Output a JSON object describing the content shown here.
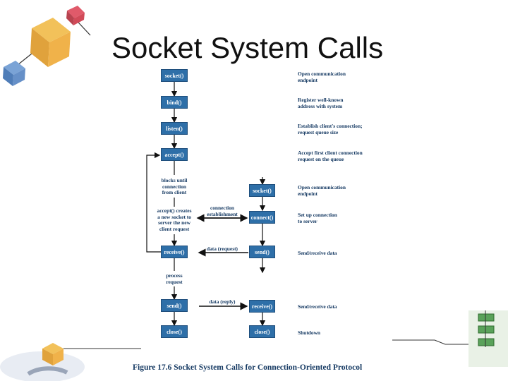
{
  "slide": {
    "title": "Socket System Calls"
  },
  "server": {
    "socket": "socket()",
    "bind": "bind()",
    "listen": "listen()",
    "accept": "accept()",
    "blocks": [
      "blocks until",
      "connection",
      "from client"
    ],
    "accept_creates": [
      "accept() creates",
      "a new socket to",
      "server the new",
      "client request"
    ],
    "receive": "receive()",
    "process": [
      "process",
      "request"
    ],
    "send": "send()",
    "close": "close()"
  },
  "client": {
    "socket": "socket()",
    "connect": "connect()",
    "send": "send()",
    "receive": "receive()",
    "close": "close()"
  },
  "arrows": {
    "connection": [
      "connection",
      "establishment"
    ],
    "data_request": "data (request)",
    "data_reply": "data (reply)"
  },
  "notes": {
    "open1": [
      "Open communication",
      "endpoint"
    ],
    "register": [
      "Register well-known",
      "address with system"
    ],
    "establish": [
      "Establish client's connection;",
      "request queue size"
    ],
    "accept_first": [
      "Accept first client connection",
      "request on the queue"
    ],
    "open2": [
      "Open communication",
      "endpoint"
    ],
    "setup": [
      "Set up connection",
      "to server"
    ],
    "sendrecv1": "Send/receive data",
    "sendrecv2": "Send/receive data",
    "shutdown": "Shutdown"
  },
  "caption": "Figure 17.6  Socket System Calls for Connection-Oriented Protocol"
}
